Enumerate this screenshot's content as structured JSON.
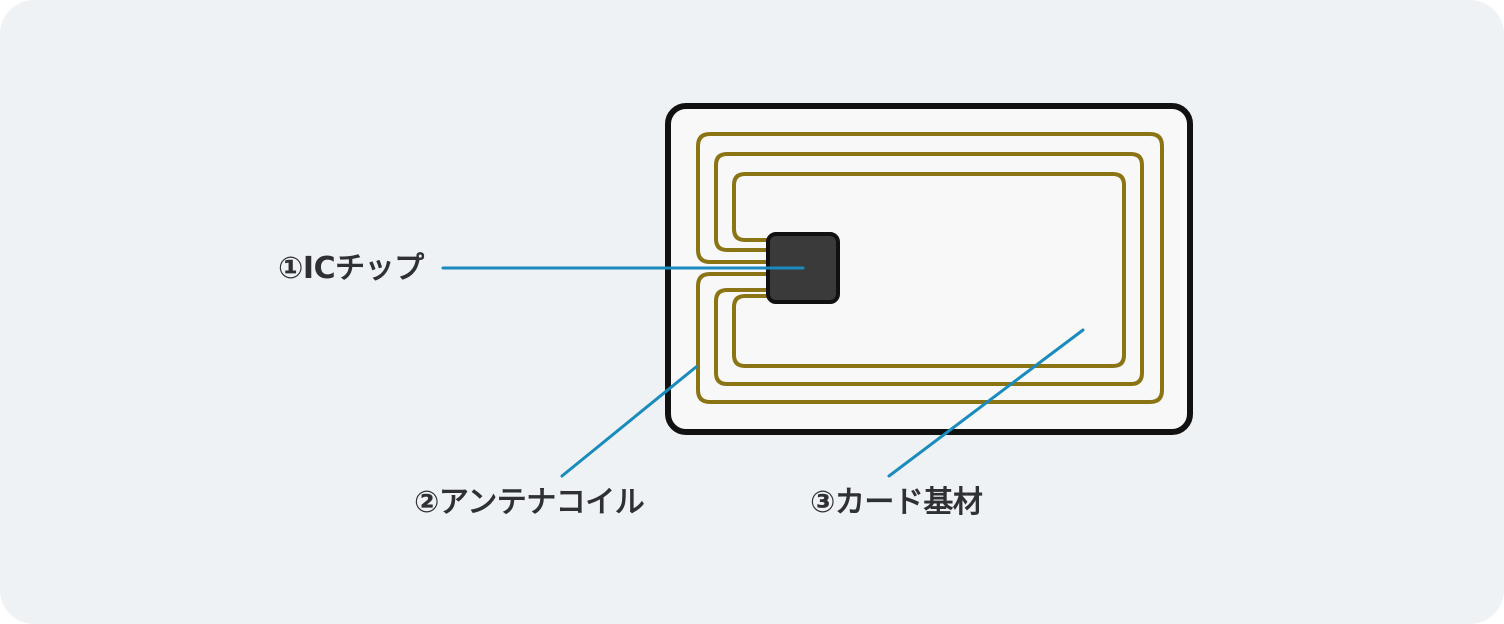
{
  "diagram": {
    "labels": {
      "ic_chip": "①ICチップ",
      "antenna_coil": "②アンテナコイル",
      "card_base": "③カード基材"
    },
    "colors": {
      "panel_background": "#eef2f5",
      "card_fill": "#f8f8f8",
      "card_border": "#111111",
      "antenna": "#8b7414",
      "chip": "#3a3a3a",
      "leader_line": "#1a8bbd",
      "label_text": "#2f3034"
    }
  }
}
